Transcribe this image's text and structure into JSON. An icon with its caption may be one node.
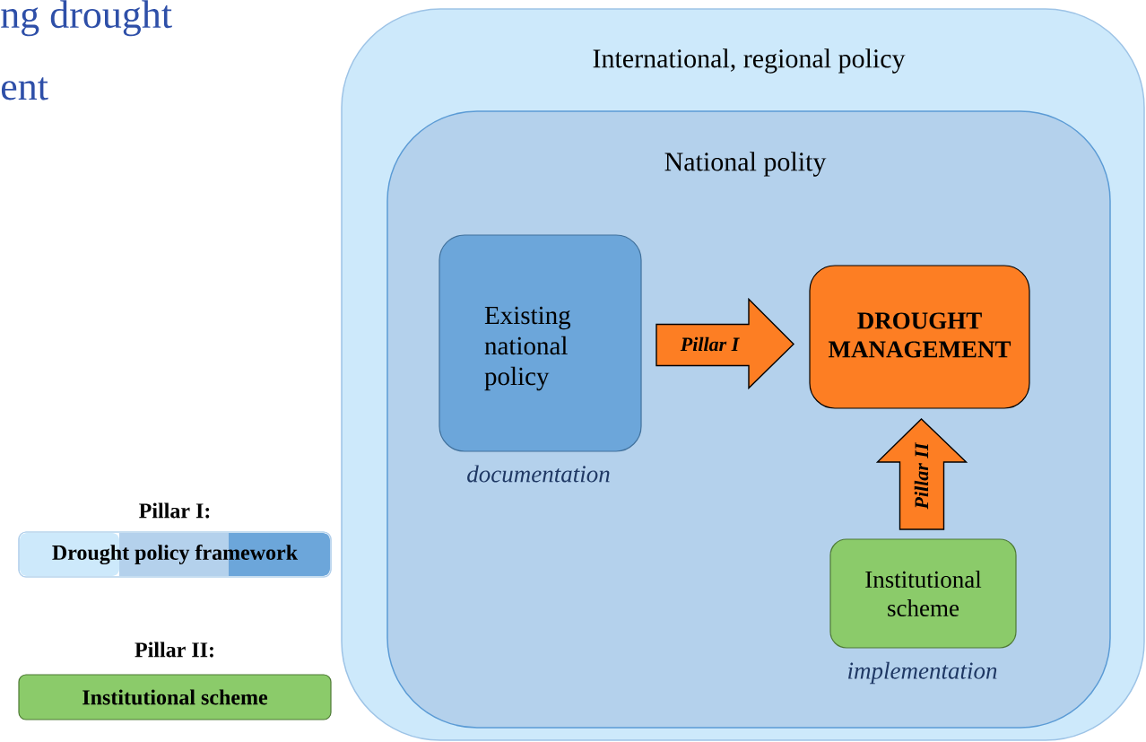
{
  "diagram": {
    "nodes": [
      {
        "text": [
          "International, regional policy"
        ]
      },
      {
        "text": [
          "National polity"
        ],
        "in": 0
      },
      {
        "text": [
          "Existing national policy"
        ],
        "beside": [
          "documentation"
        ],
        "in": 1
      },
      {
        "text": [
          "DROUGHT MANAGEMENT"
        ],
        "in": 1
      },
      {
        "text": [
          "Institutional scheme"
        ],
        "beside": [
          "implementation"
        ],
        "in": 1
      },
      {
        "text": [
          "Pillar I:",
          "Drought policy framework"
        ]
      },
      {
        "text": [
          "Pillar II:",
          "Institutional scheme"
        ]
      }
    ],
    "edges": [
      {
        "from": 2,
        "to": 3,
        "arrow": "to",
        "label": "Pillar I",
        "style": "thick"
      },
      {
        "from": 4,
        "to": 3,
        "arrow": "to",
        "label": "Pillar II",
        "style": "thick"
      }
    ],
    "labels": [
      "ng drought",
      "ent"
    ]
  }
}
